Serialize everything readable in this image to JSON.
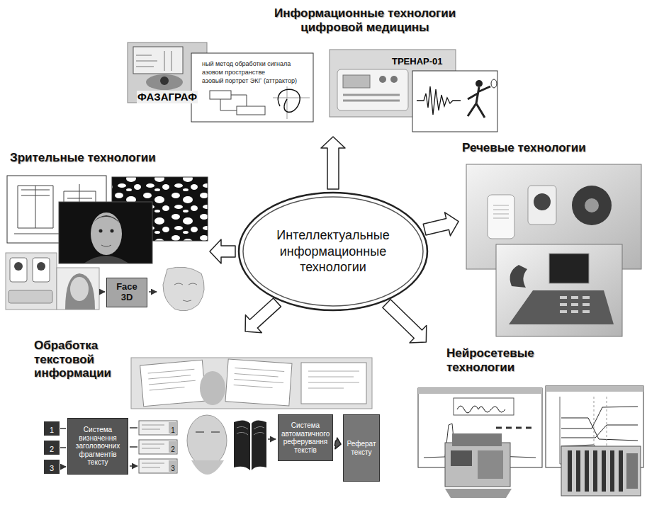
{
  "diagram": {
    "nodes": [
      {
        "text": [
          "Информационные технологии цифровой медицины"
        ]
      },
      {
        "text": [
          "Зрительные технологии"
        ]
      },
      {
        "text": [
          "Face 3D"
        ],
        "in": 1
      },
      {
        "text": [
          "Интеллектуальные информационные технологии"
        ]
      },
      {
        "text": [
          "Речевые технологии"
        ]
      },
      {
        "text": [
          "Обработка текстовой информации"
        ]
      },
      {
        "text": [
          "Система визначення заголовочних фрагментів тексту"
        ],
        "in": 5
      },
      {
        "text": [
          "Система автоматичного реферування текстів"
        ],
        "in": 5
      },
      {
        "text": [
          "Реферат тексту"
        ],
        "in": 5
      },
      {
        "text": [
          "Нейросетевые технологии"
        ]
      }
    ],
    "edges": [
      {
        "from": 3,
        "to": 0,
        "arrow": "to"
      },
      {
        "from": 3,
        "to": 1,
        "arrow": "to"
      },
      {
        "from": 3,
        "to": 4,
        "arrow": "to"
      },
      {
        "from": 3,
        "to": 5,
        "arrow": "to"
      },
      {
        "from": 3,
        "to": 9,
        "arrow": "to"
      },
      {
        "from": 7,
        "to": 8,
        "arrow": "to"
      }
    ],
    "labels": [
      "ФАЗАГРАФ",
      "ный метод обработки сигнала",
      "азовом пространстве",
      "азовый портрет ЭКГ (аттрактор)",
      "ТРЕНАР-01",
      "1",
      "2",
      "3",
      "1",
      "2",
      "3"
    ]
  }
}
